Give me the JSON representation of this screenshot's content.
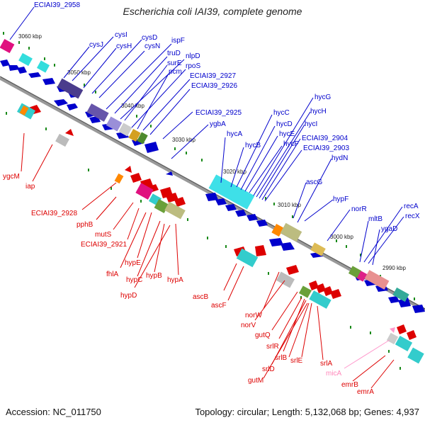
{
  "header": {
    "title": "Escherichia coli IAI39, complete genome"
  },
  "footer": {
    "accession": "Accession: NC_011750",
    "summary": "Topology: circular; Length: 5,132,068 bp; Genes: 4,937"
  },
  "colors": {
    "forward_gene": "#0000cc",
    "reverse_gene": "#dd0000",
    "backbone": "#777777",
    "ncrna": "#ff99cc",
    "tick": "#118811"
  },
  "scale_labels": [
    "3060 kbp",
    "3050 kbp",
    "3040 kbp",
    "3030 kbp",
    "3020 kbp",
    "3010 kbp",
    "3000 kbp",
    "2990 kbp"
  ],
  "forward_genes": [
    "ECIAI39_2958",
    "cysJ",
    "cysI",
    "cysH",
    "cysD",
    "cysN",
    "ispF",
    "truD",
    "nlpD",
    "surE",
    "rpoS",
    "pcm",
    "ECIAI39_2927",
    "ECIAI39_2926",
    "ECIAI39_2925",
    "ygbA",
    "hycA",
    "hycB",
    "hycC",
    "hycD",
    "hycE",
    "hycF",
    "hycG",
    "hycH",
    "hycI",
    "ECIAI39_2904",
    "ECIAI39_2903",
    "hydN",
    "ascG",
    "hypF",
    "norR",
    "mltB",
    "ygaD",
    "recA",
    "recX"
  ],
  "reverse_genes": [
    "ygcM",
    "iap",
    "ECIAI39_2928",
    "pphB",
    "mutS",
    "ECIAI39_2921",
    "hypE",
    "fhlA",
    "hypC",
    "hypB",
    "hypD",
    "hypA",
    "ascB",
    "ascF",
    "norW",
    "norV",
    "gutQ",
    "srlR",
    "srlB",
    "srlE",
    "srlD",
    "gutM",
    "srlA",
    "emrB",
    "emrA"
  ],
  "ncrna_genes": [
    "micA"
  ]
}
